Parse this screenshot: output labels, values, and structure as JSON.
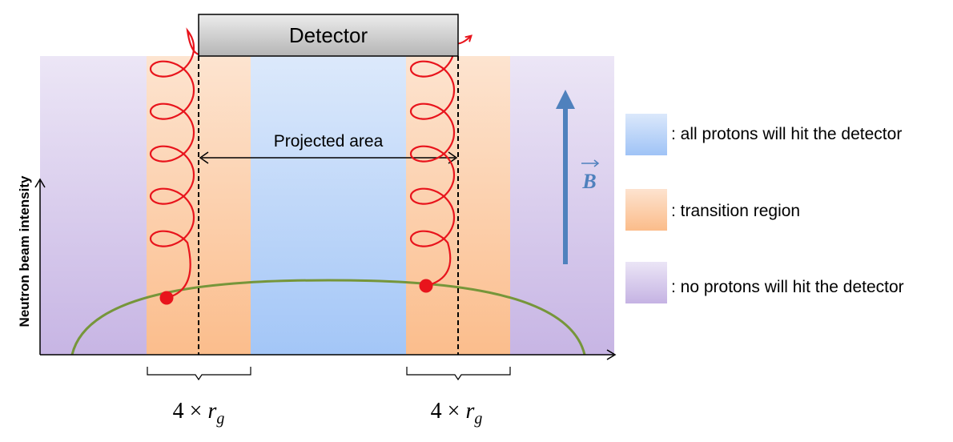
{
  "detector": {
    "label": "Detector"
  },
  "projected_area": {
    "label": "Projected area"
  },
  "y_axis": {
    "label": "Neutron beam intensity"
  },
  "field": {
    "symbol": "B"
  },
  "gyroradius": {
    "left": {
      "factor": "4 ×",
      "symbol": "r",
      "subscript": "g"
    },
    "right": {
      "factor": "4 ×",
      "symbol": "r",
      "subscript": "g"
    }
  },
  "legend": {
    "items": [
      {
        "label": ": all protons will hit the detector",
        "color": "#a9cbf6"
      },
      {
        "label": ": transition region",
        "color": "#fbc397"
      },
      {
        "label": ": no protons will hit the detector",
        "color": "#cdbde8"
      }
    ]
  },
  "colors": {
    "helix": "#e8141c",
    "proton": "#e8141c",
    "beam_profile": "#76963a",
    "field_arrow": "#4f81bd"
  }
}
